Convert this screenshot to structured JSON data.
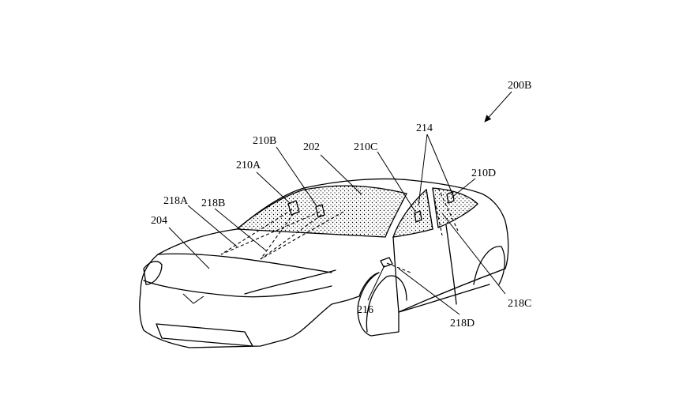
{
  "figure": {
    "reference_label": "200B",
    "labels": {
      "windshield": "202",
      "hood": "204",
      "sensor_a": "210A",
      "sensor_b": "210B",
      "sensor_c": "210C",
      "sensor_d": "210D",
      "side_windows": "214",
      "door_sensor": "216",
      "beam_a": "218A",
      "beam_b": "218B",
      "beam_c": "218C",
      "beam_d": "218D"
    }
  }
}
